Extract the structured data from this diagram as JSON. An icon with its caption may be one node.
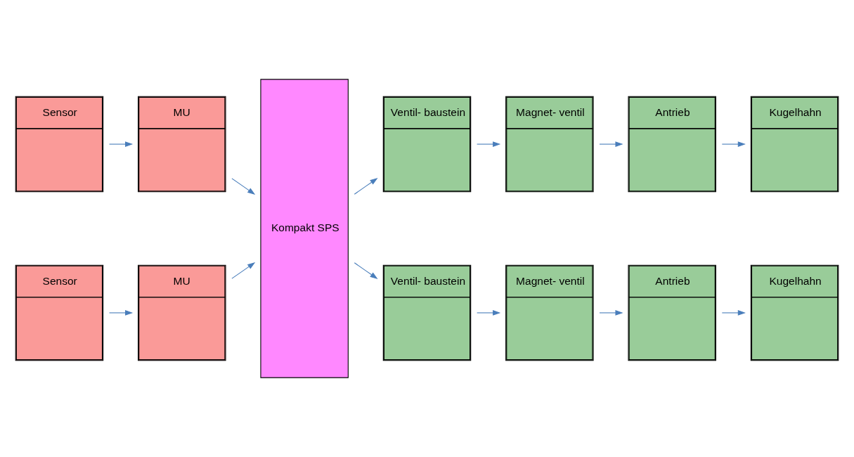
{
  "diagram": {
    "nodes": [
      {
        "text": [
          "Sensor"
        ]
      },
      {
        "text": [
          "MU"
        ]
      },
      {
        "text": [
          "Kompakt SPS"
        ]
      },
      {
        "text": [
          "Ventil- baustein"
        ]
      },
      {
        "text": [
          "Magnet- ventil"
        ]
      },
      {
        "text": [
          "Antrieb"
        ]
      },
      {
        "text": [
          "Kugelhahn"
        ]
      },
      {
        "text": [
          "Sensor"
        ]
      },
      {
        "text": [
          "MU"
        ]
      },
      {
        "text": [
          "Ventil- baustein"
        ]
      },
      {
        "text": [
          "Magnet- ventil"
        ]
      },
      {
        "text": [
          "Antrieb"
        ]
      },
      {
        "text": [
          "Kugelhahn"
        ]
      }
    ],
    "edges": [
      {
        "from": 0,
        "to": 1,
        "arrow": "to"
      },
      {
        "from": 1,
        "to": 2,
        "arrow": "to"
      },
      {
        "from": 2,
        "to": 3,
        "arrow": "to"
      },
      {
        "from": 3,
        "to": 4,
        "arrow": "to"
      },
      {
        "from": 4,
        "to": 5,
        "arrow": "to"
      },
      {
        "from": 5,
        "to": 6,
        "arrow": "to"
      },
      {
        "from": 7,
        "to": 8,
        "arrow": "to"
      },
      {
        "from": 8,
        "to": 2,
        "arrow": "to"
      },
      {
        "from": 2,
        "to": 9,
        "arrow": "to"
      },
      {
        "from": 9,
        "to": 10,
        "arrow": "to"
      },
      {
        "from": 10,
        "to": 11,
        "arrow": "to"
      },
      {
        "from": 11,
        "to": 12,
        "arrow": "to"
      }
    ]
  }
}
